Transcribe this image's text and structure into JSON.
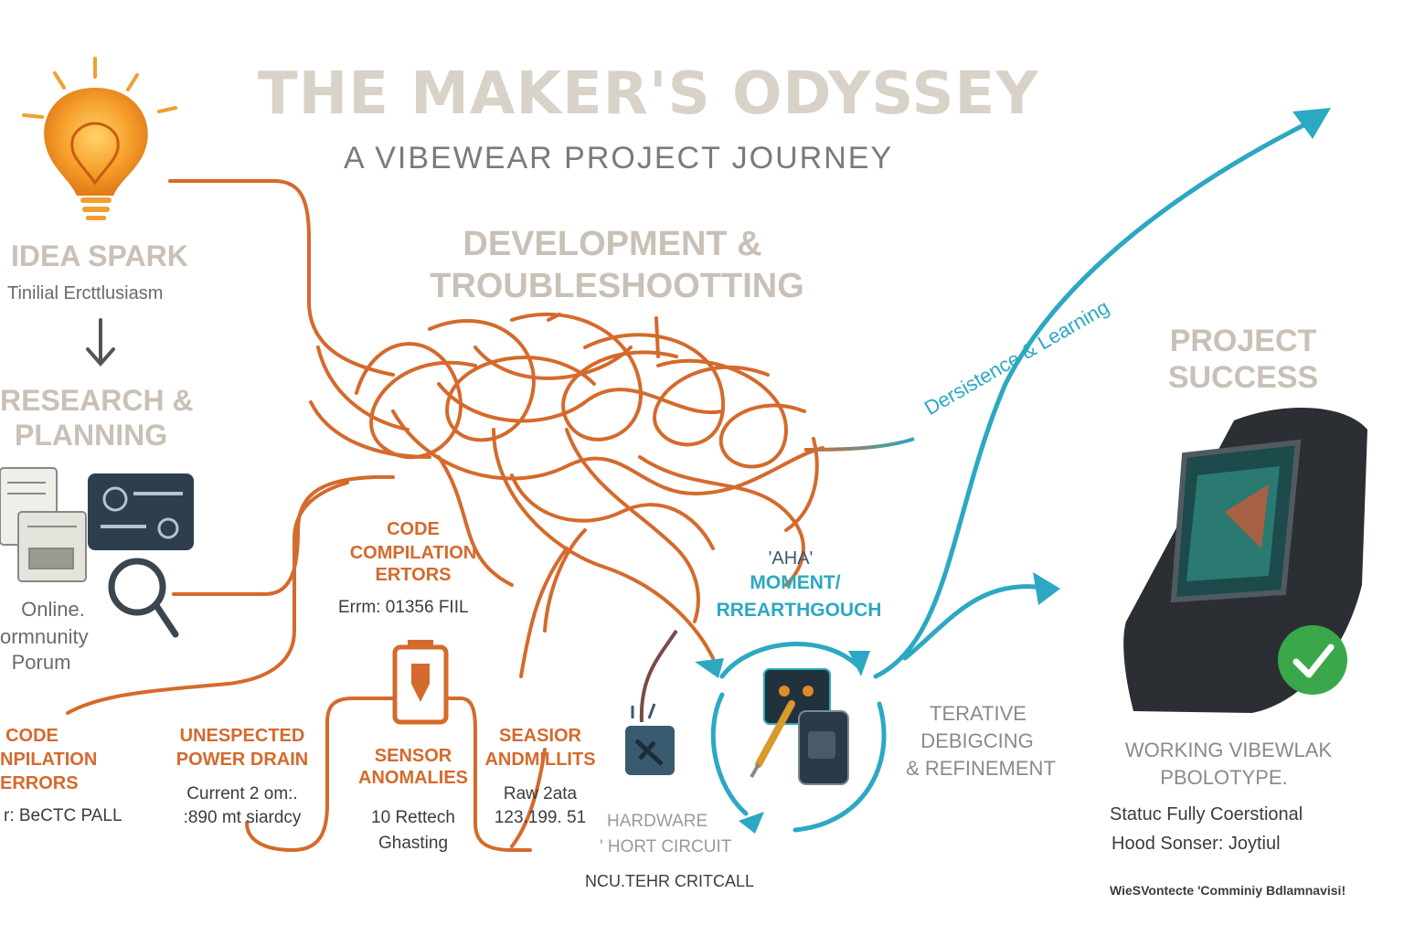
{
  "header": {
    "title": "THE MAKER'S ODYSSEY",
    "subtitle": "A VIBEWEAR PROJECT JOURNEY"
  },
  "idea": {
    "title": "IDEA SPARK",
    "subtitle": "Tinilial Ercttlusiasm"
  },
  "research": {
    "title_line1": "RESEARCH &",
    "title_line2": "PLANNING"
  },
  "forum": {
    "line1": "Online.",
    "line2": "ormnunity",
    "line3": "Porum"
  },
  "development": {
    "title_line1": "DEVELOPMENT &",
    "title_line2": "TROUBLESHOOTTING"
  },
  "code_errors_center": {
    "line1": "CODE",
    "line2": "COMPILATION",
    "line3": "ERTORS",
    "detail": "Errm: 01356 FIIL"
  },
  "code_errors_left": {
    "line1": "CODE",
    "line2": "npilation",
    "line3": "errors",
    "detail": "r: BeCTC PALL"
  },
  "power_drain": {
    "line1": "UNESPECTED",
    "line2": "POWER DRAIN",
    "detail1": "Current 2 om:.",
    "detail2": ":890 mt siardcy"
  },
  "sensor": {
    "line1": "SENSOR",
    "line2": "ANOMALIES",
    "detail1": "10 Rettech",
    "detail2": "Ghasting"
  },
  "seasior": {
    "line1": "SEASIOR",
    "line2": "ANDMILLITS",
    "detail1": "Raw 2ata",
    "detail2": "123.199. 51"
  },
  "hardware": {
    "line1": "HARDWARE",
    "line2": "' HORT CIRCUIT",
    "line3": "NCU.TEHR CRITCALL"
  },
  "aha": {
    "line1": "'AHA'",
    "line2": "MOMENT/",
    "line3": "RREARTHGOUCH"
  },
  "persistence": {
    "label": "Dersistence & Learning"
  },
  "iterative": {
    "line1": "TERATIVE",
    "line2": "DEBIGCING",
    "line3": "& REFINEMENT"
  },
  "success": {
    "title_line1": "PROJECT",
    "title_line2": "SUCCESS"
  },
  "prototype": {
    "line1": "WORKING VIBEWLAK",
    "line2": "PBOLOTYPE.",
    "status": "Statuc Fully Coerstional",
    "sensor": "Hood Sonser: Joytiul",
    "footer": "WieSVontecte 'Comminiy Bdlamnavisi!"
  },
  "colors": {
    "orange": "#d46a2c",
    "teal": "#2ca8c2",
    "label_grey": "#c9c0b6",
    "title_grey": "#d9d2c8"
  },
  "icons": [
    "lightbulb-icon",
    "arrow-down-icon",
    "document-icon",
    "id-card-icon",
    "magnifier-icon",
    "battery-icon",
    "circuit-board-icon",
    "soldering-iron-icon",
    "check-icon"
  ]
}
